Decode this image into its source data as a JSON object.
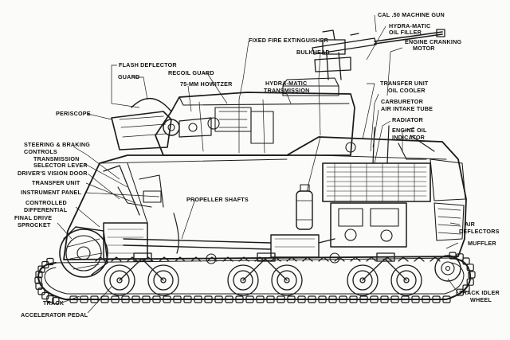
{
  "diagram": {
    "labels": {
      "cal50": "CAL .50 MACHINE GUN",
      "hydra_filler_1": "HYDRA-MATIC",
      "hydra_filler_2": "OIL FILLER",
      "fire_ext": "FIXED FIRE EXTINGUISHER",
      "engine_crank_1": "ENGINE CRANKING",
      "engine_crank_2": "MOTOR",
      "bulkhead": "BULKHEAD",
      "flash_deflector": "FLASH DEFLECTOR",
      "guard": "GUARD",
      "recoil_guard": "RECOIL GUARD",
      "howitzer": "75-MM HOWITZER",
      "hydra_trans_1": "HYDRA-MATIC",
      "hydra_trans_2": "TRANSMISSION",
      "transfer_cooler_1": "TRANSFER UNIT",
      "transfer_cooler_2": "OIL COOLER",
      "carb_1": "CARBURETOR",
      "carb_2": "AIR INTAKE TUBE",
      "radiator": "RADIATOR",
      "oil_ind_1": "ENGINE OIL",
      "oil_ind_2": "INDICATOR",
      "periscope": "PERISCOPE",
      "steering_1": "STEERING & BRAKING",
      "steering_2": "CONTROLS",
      "trans_sel_1": "TRANSMISSION",
      "trans_sel_2": "SELECTOR LEVER",
      "vision_door": "DRIVER'S VISION DOOR",
      "transfer_unit": "TRANSFER UNIT",
      "instrument_panel": "INSTRUMENT PANEL",
      "controlled_1": "CONTROLLED",
      "controlled_2": "DIFFERENTIAL",
      "final_drive_1": "FINAL DRIVE",
      "final_drive_2": "SPROCKET",
      "propeller": "PROPELLER SHAFTS",
      "air_def_1": "AIR",
      "air_def_2": "DEFLECTORS",
      "muffler": "MUFFLER",
      "track_idler_1": "TRACK IDLER",
      "track_idler_2": "WHEEL",
      "track": "TRACK",
      "accel": "ACCELERATOR PEDAL"
    }
  }
}
